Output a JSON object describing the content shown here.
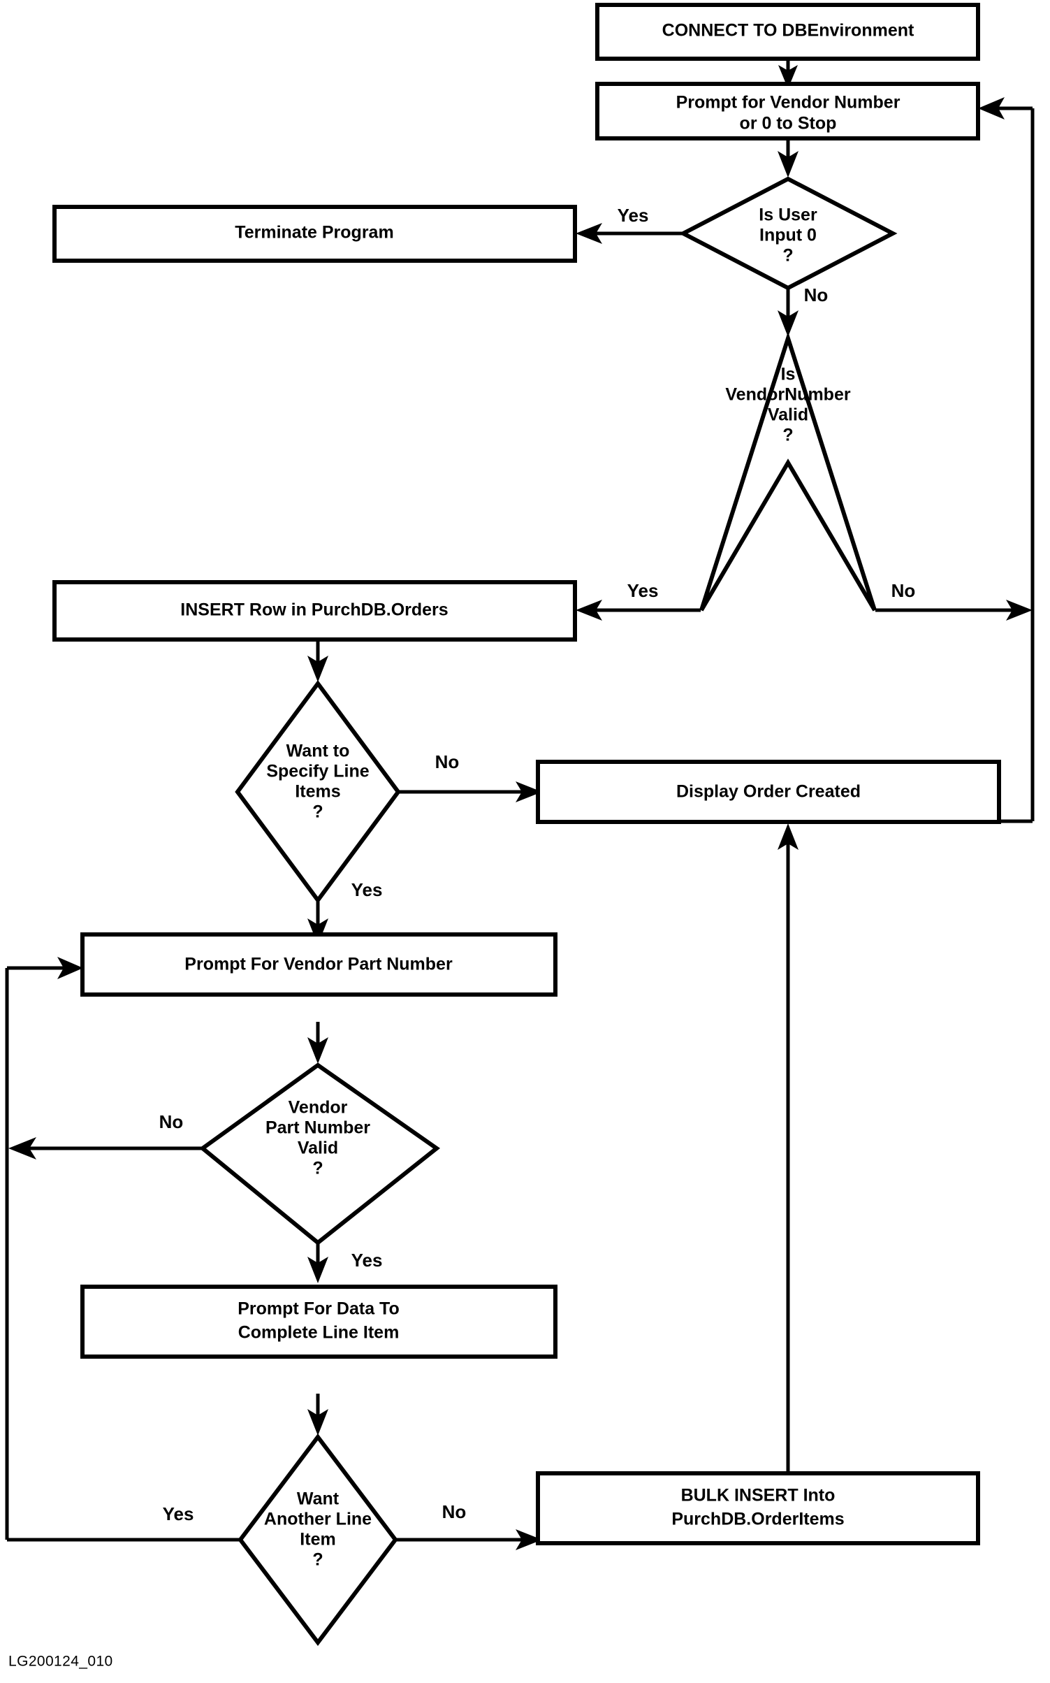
{
  "figure": {
    "caption": "LG200124_010",
    "background_color": "#ffffff",
    "line_color": "#000000",
    "type": "flowchart"
  },
  "nodes": {
    "connect": {
      "shape": "process",
      "line1": "CONNECT TO DBEnvironment"
    },
    "prompt_vendor": {
      "shape": "process",
      "line1": "Prompt for Vendor Number",
      "line2": "or 0 to Stop"
    },
    "is_user_input_0": {
      "shape": "decision",
      "line1": "Is User",
      "line2": "Input 0",
      "line3": "?"
    },
    "terminate": {
      "shape": "process",
      "line1": "Terminate Program"
    },
    "is_vendornumber_valid": {
      "shape": "decision",
      "line1": "Is",
      "line2": "VendorNumber",
      "line3": "Valid",
      "line4": "?"
    },
    "insert_row": {
      "shape": "process",
      "line1": "INSERT Row in PurchDB.Orders"
    },
    "want_line_items": {
      "shape": "decision",
      "line1": "Want to",
      "line2": "Specify Line",
      "line3": "Items",
      "line4": "?"
    },
    "display_order_created": {
      "shape": "process",
      "line1": "Display Order Created"
    },
    "prompt_part_number": {
      "shape": "process",
      "line1": "Prompt For Vendor Part Number"
    },
    "part_number_valid": {
      "shape": "decision",
      "line1": "Vendor",
      "line2": "Part Number",
      "line3": "Valid",
      "line4": "?"
    },
    "prompt_line_item_data": {
      "shape": "process",
      "line1": "Prompt For Data To",
      "line2": "Complete Line Item"
    },
    "want_another_line_item": {
      "shape": "decision",
      "line1": "Want",
      "line2": "Another Line",
      "line3": "Item",
      "line4": "?"
    },
    "bulk_insert": {
      "shape": "process",
      "line1": "BULK INSERT Into",
      "line2": "PurchDB.OrderItems"
    }
  },
  "edge_labels": {
    "user_input_yes": "Yes",
    "user_input_no": "No",
    "vendornumber_yes": "Yes",
    "vendornumber_no": "No",
    "line_items_no": "No",
    "line_items_yes": "Yes",
    "part_number_no": "No",
    "part_number_yes": "Yes",
    "another_item_yes": "Yes",
    "another_item_no": "No"
  }
}
